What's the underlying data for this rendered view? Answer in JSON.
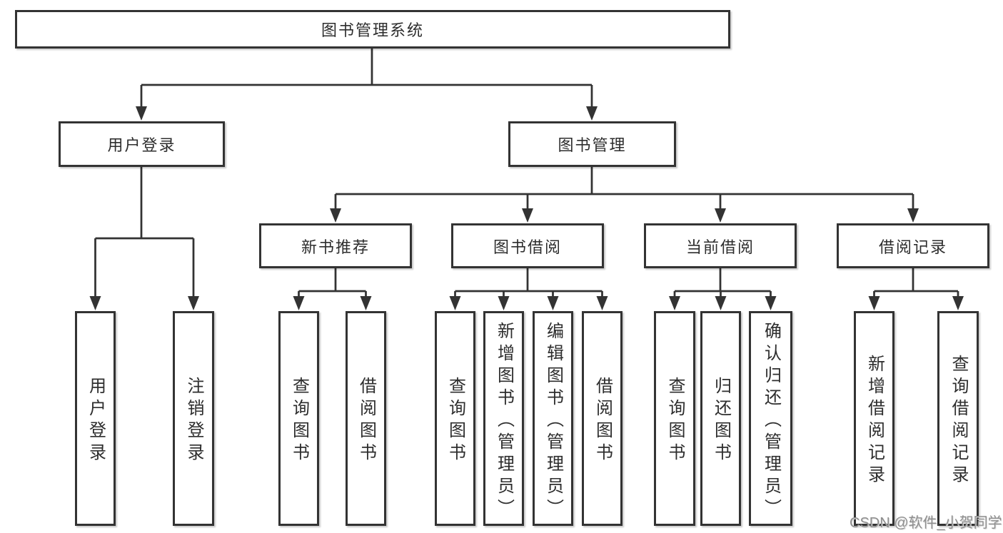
{
  "root": {
    "label": "图书管理系统"
  },
  "level2": {
    "user_login": {
      "label": "用户登录"
    },
    "book_management": {
      "label": "图书管理"
    }
  },
  "level3": {
    "new_book_recommend": {
      "label": "新书推荐"
    },
    "book_borrow": {
      "label": "图书借阅"
    },
    "current_borrow": {
      "label": "当前借阅"
    },
    "borrow_records": {
      "label": "借阅记录"
    }
  },
  "leaves": {
    "user_login": {
      "login": {
        "label": "用户登录"
      },
      "logout": {
        "label": "注销登录"
      }
    },
    "new_book_recommend": {
      "query": {
        "label": "查询图书"
      },
      "borrow": {
        "label": "借阅图书"
      }
    },
    "book_borrow": {
      "query": {
        "label": "查询图书"
      },
      "add": {
        "label": "新增图书（管理员）"
      },
      "edit": {
        "label": "编辑图书（管理员）"
      },
      "borrow": {
        "label": "借阅图书"
      }
    },
    "current_borrow": {
      "query": {
        "label": "查询图书"
      },
      "return": {
        "label": "归还图书"
      },
      "confirm_return": {
        "label": "确认归还（管理员）"
      }
    },
    "borrow_records": {
      "add": {
        "label": "新增借阅记录"
      },
      "query": {
        "label": "查询借阅记录"
      }
    }
  },
  "watermark": {
    "text": "CSDN @软件_小贺同学"
  },
  "colors": {
    "line": "#333333",
    "box_border": "#333333",
    "box_fill": "#ffffff",
    "text": "#2d2d2d",
    "watermark": "#8f8f8f",
    "background": "#ffffff"
  }
}
